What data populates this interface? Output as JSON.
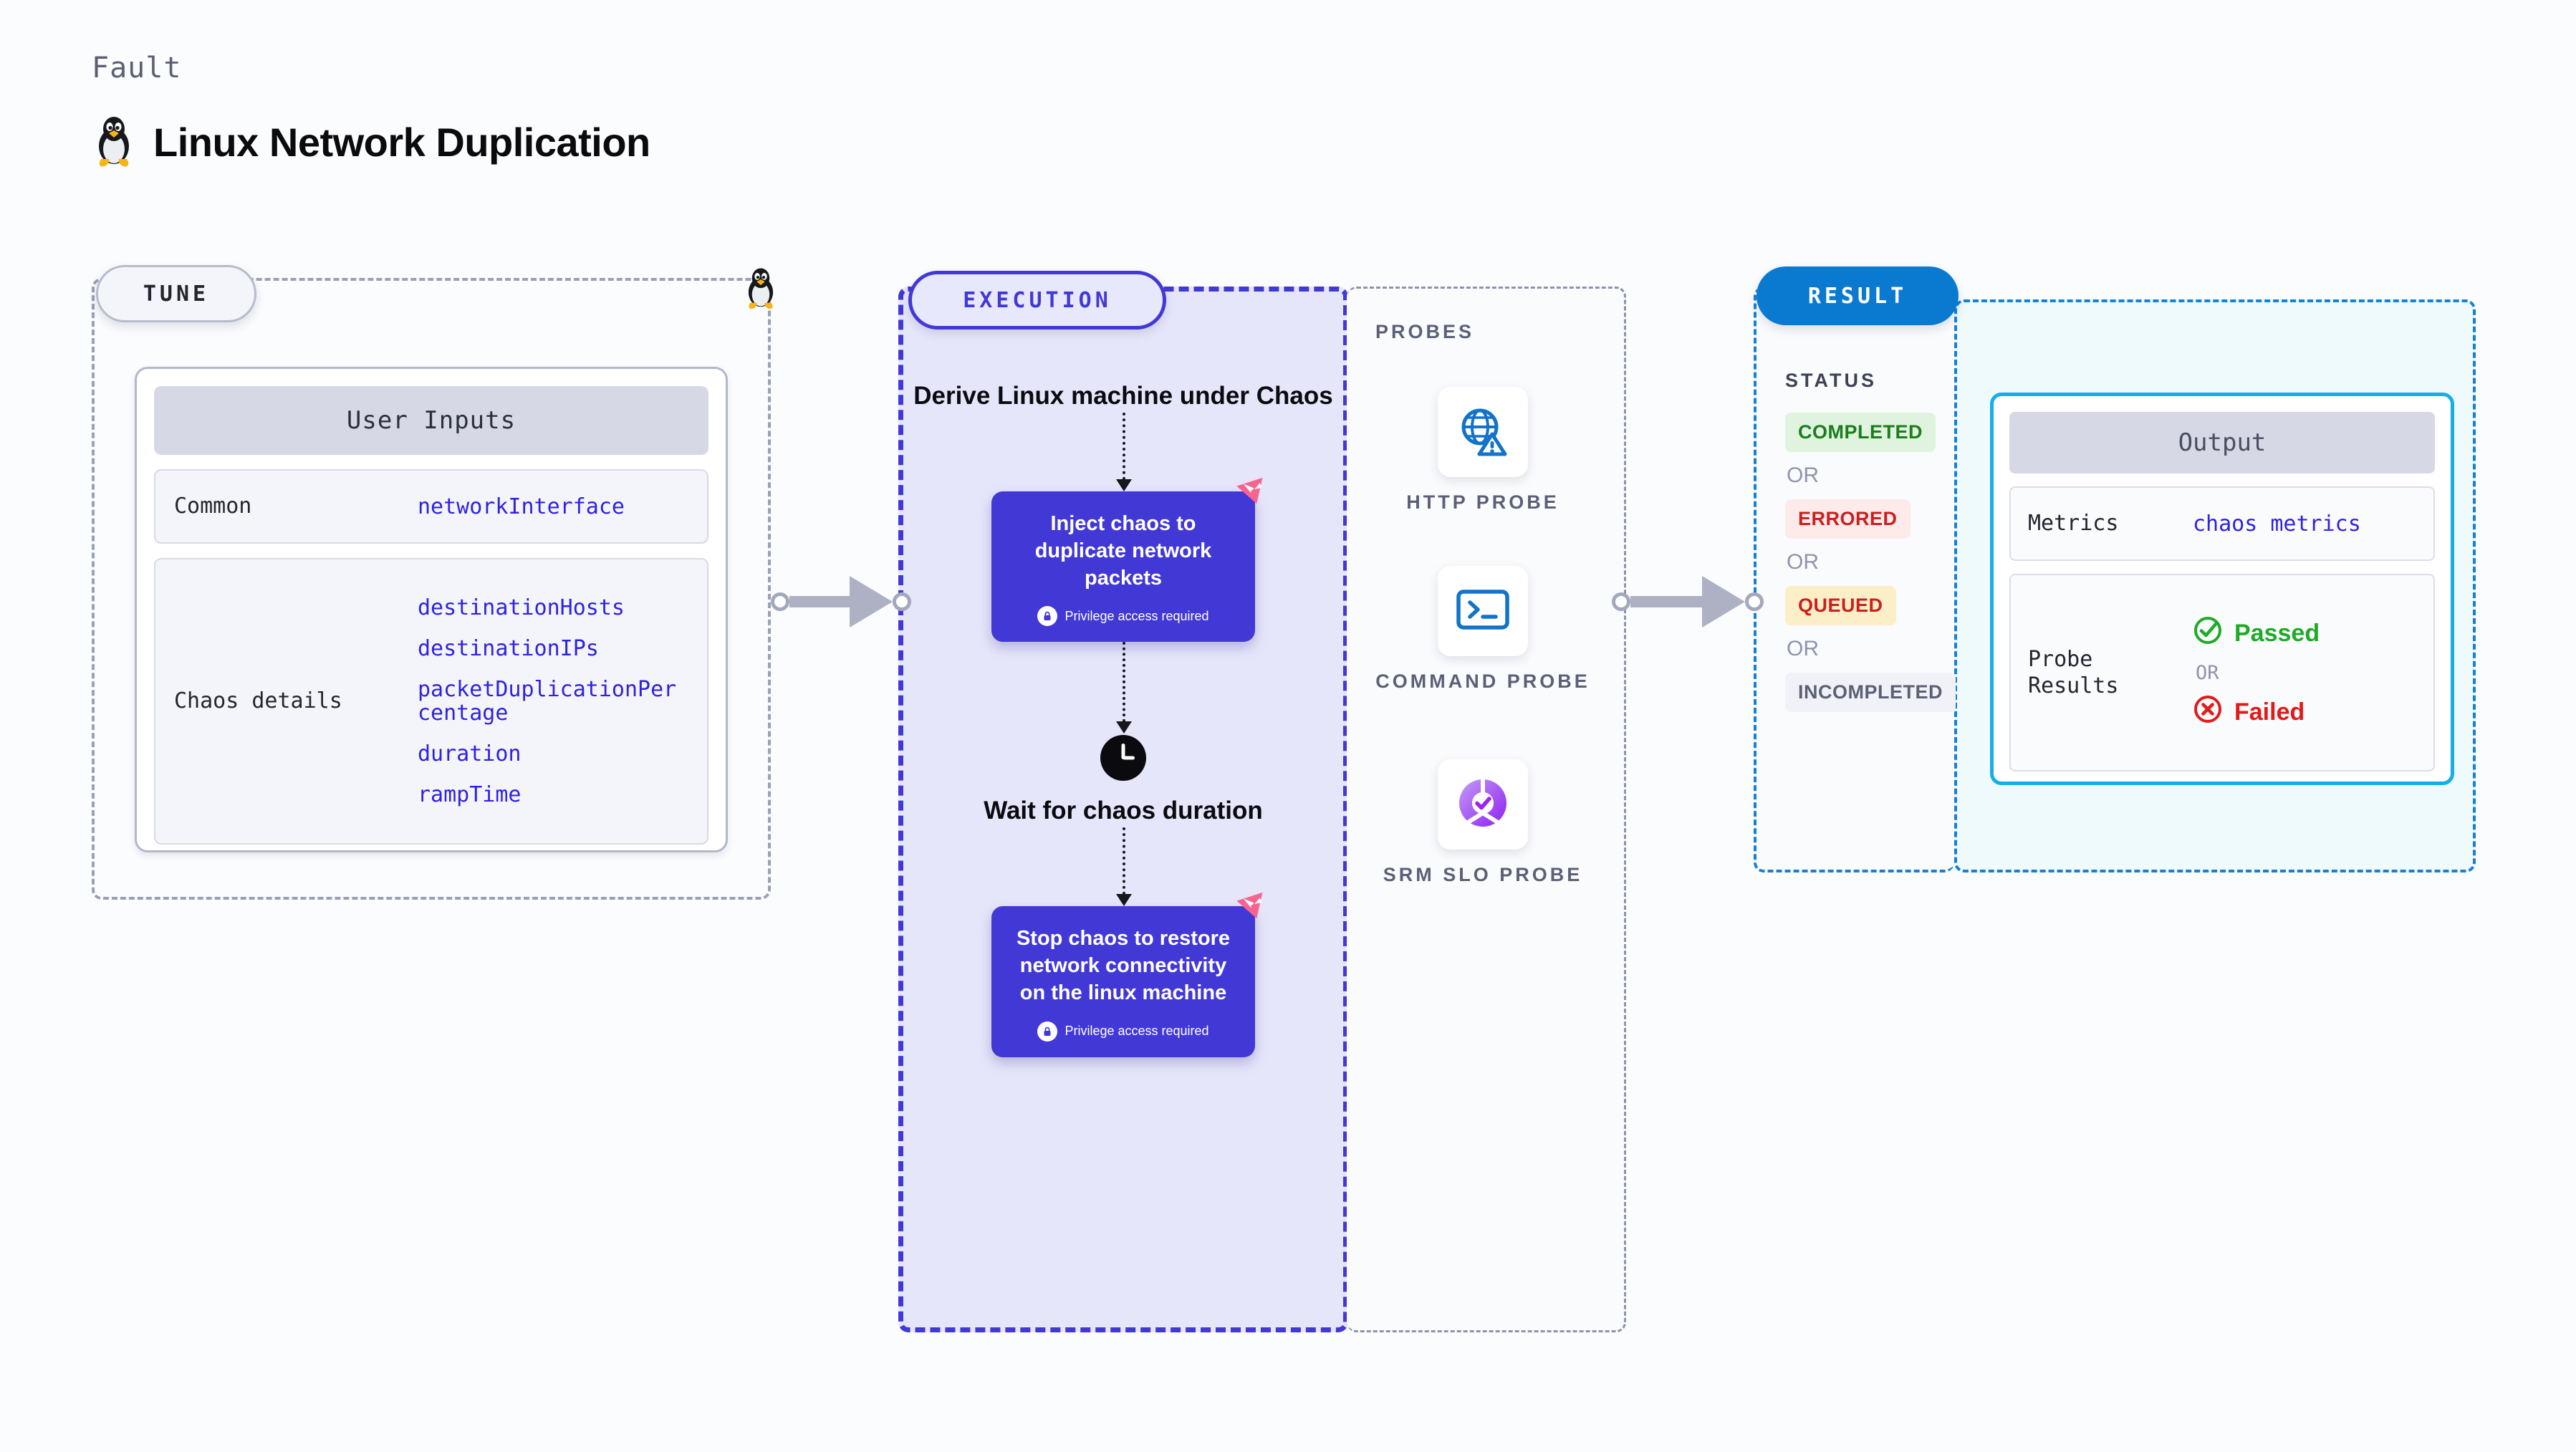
{
  "header": {
    "kicker": "Fault",
    "title": "Linux Network Duplication",
    "icon": "linux-tux-icon"
  },
  "tune": {
    "badge": "TUNE",
    "card_title": "User Inputs",
    "rows": [
      {
        "label": "Common",
        "values": [
          "networkInterface"
        ]
      },
      {
        "label": "Chaos details",
        "values": [
          "destinationHosts",
          "destinationIPs",
          "packetDuplicationPercentage",
          "duration",
          "rampTime"
        ]
      }
    ]
  },
  "execution": {
    "badge": "EXECUTION",
    "start_title": "Derive Linux machine under Chaos",
    "steps": [
      {
        "text": "Inject chaos to duplicate network packets",
        "privilege_note": "Privilege access required",
        "has_chaos_badge": true
      },
      {
        "text": "Stop chaos to restore network connectivity on the linux machine",
        "privilege_note": "Privilege access required",
        "has_chaos_badge": true
      }
    ],
    "wait": {
      "icon": "clock-icon",
      "text": "Wait for chaos duration"
    }
  },
  "probes": {
    "label": "PROBES",
    "items": [
      {
        "name": "HTTP PROBE",
        "icon": "globe-warning-icon"
      },
      {
        "name": "COMMAND PROBE",
        "icon": "terminal-icon"
      },
      {
        "name": "SRM SLO PROBE",
        "icon": "slo-donut-check-icon"
      }
    ]
  },
  "result": {
    "badge": "RESULT",
    "status_label": "STATUS",
    "or_text": "OR",
    "statuses": [
      {
        "text": "COMPLETED",
        "bg": "#dff3df",
        "fg": "#1d7d1d"
      },
      {
        "text": "ERRORED",
        "bg": "#fdeaea",
        "fg": "#c92020"
      },
      {
        "text": "QUEUED",
        "bg": "#fcefc7",
        "fg": "#c92020"
      },
      {
        "text": "INCOMPLETED",
        "bg": "#f1f2f7",
        "fg": "#5c6076"
      }
    ],
    "output": {
      "title": "Output",
      "metrics_label": "Metrics",
      "metrics_value": "chaos metrics",
      "probe_results_label": "Probe Results",
      "passed": {
        "text": "Passed",
        "color": "#1faa28",
        "icon": "check-circle-icon"
      },
      "failed": {
        "text": "Failed",
        "color": "#e01b1b",
        "icon": "x-circle-icon"
      },
      "or_text": "OR"
    }
  },
  "colors": {
    "accent_indigo": "#4238d6",
    "accent_blue": "#0a7ad0",
    "accent_cyan": "#14aee8",
    "chaos_pink": "#f9638f",
    "mono_value": "#2f22e0"
  }
}
